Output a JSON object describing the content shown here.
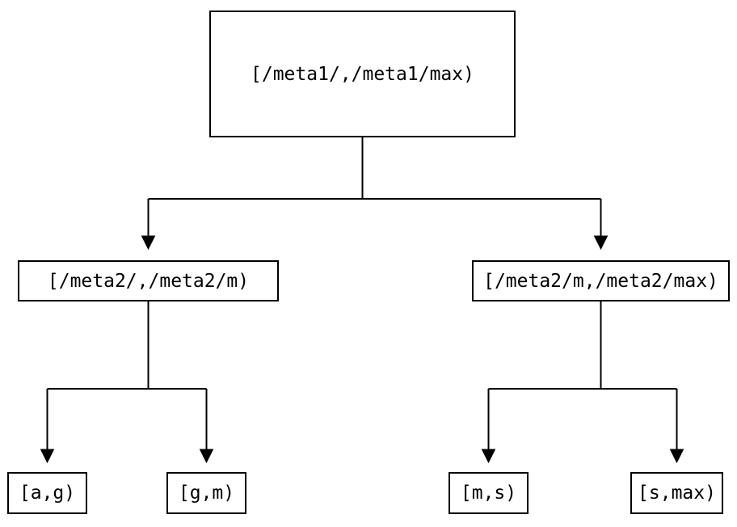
{
  "tree": {
    "root": {
      "label": "[/meta1/,/meta1/max)"
    },
    "level2": {
      "left": {
        "label": "[/meta2/,/meta2/m)"
      },
      "right": {
        "label": "[/meta2/m,/meta2/max)"
      }
    },
    "leaves": {
      "ag": {
        "label": "[a,g)"
      },
      "gm": {
        "label": "[g,m)"
      },
      "ms": {
        "label": "[m,s)"
      },
      "smax": {
        "label": "[s,max)"
      }
    },
    "colors": {
      "line": "#000000",
      "text": "#000000",
      "background": "#ffffff"
    }
  }
}
